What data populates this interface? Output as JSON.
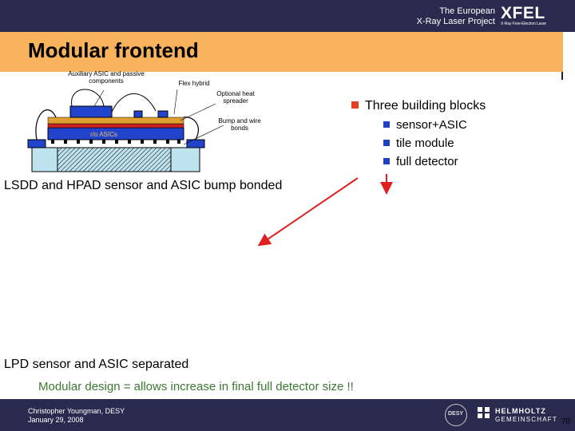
{
  "header": {
    "line1": "The European",
    "line2": "X-Ray Laser Project",
    "logo": "XFEL",
    "logo_sub": "X-Ray Free-Electron Laser"
  },
  "title": "Modular frontend",
  "diagram": {
    "label_aux": "Auxiliary ASIC and passive components",
    "label_flex": "Flex hybrid",
    "label_heat": "Optional heat spreader",
    "label_bump": "Bump and wire bonds",
    "label_asic": "r/o ASICs"
  },
  "bullets": {
    "main": "Three building blocks",
    "items": [
      "sensor+ASIC",
      "tile module",
      "full detector"
    ]
  },
  "body": {
    "line1": "LSDD and HPAD sensor and ASIC bump bonded",
    "line2": "LPD sensor and ASIC separated",
    "line3": "Modular design = allows increase in final full detector size !!"
  },
  "footer": {
    "author": "Christopher Youngman, DESY",
    "date": "January 29, 2008",
    "desy": "DESY",
    "helmholtz1": "HELMHOLTZ",
    "helmholtz2": "GEMEINSCHAFT",
    "page": "70"
  },
  "colors": {
    "header_bg": "#2a2a4e",
    "title_bar": "#f8b35c",
    "bullet_main": "#e04020",
    "bullet_sub": "#2040c0",
    "arrow": "#e02020",
    "highlight_text": "#3a7a30"
  }
}
